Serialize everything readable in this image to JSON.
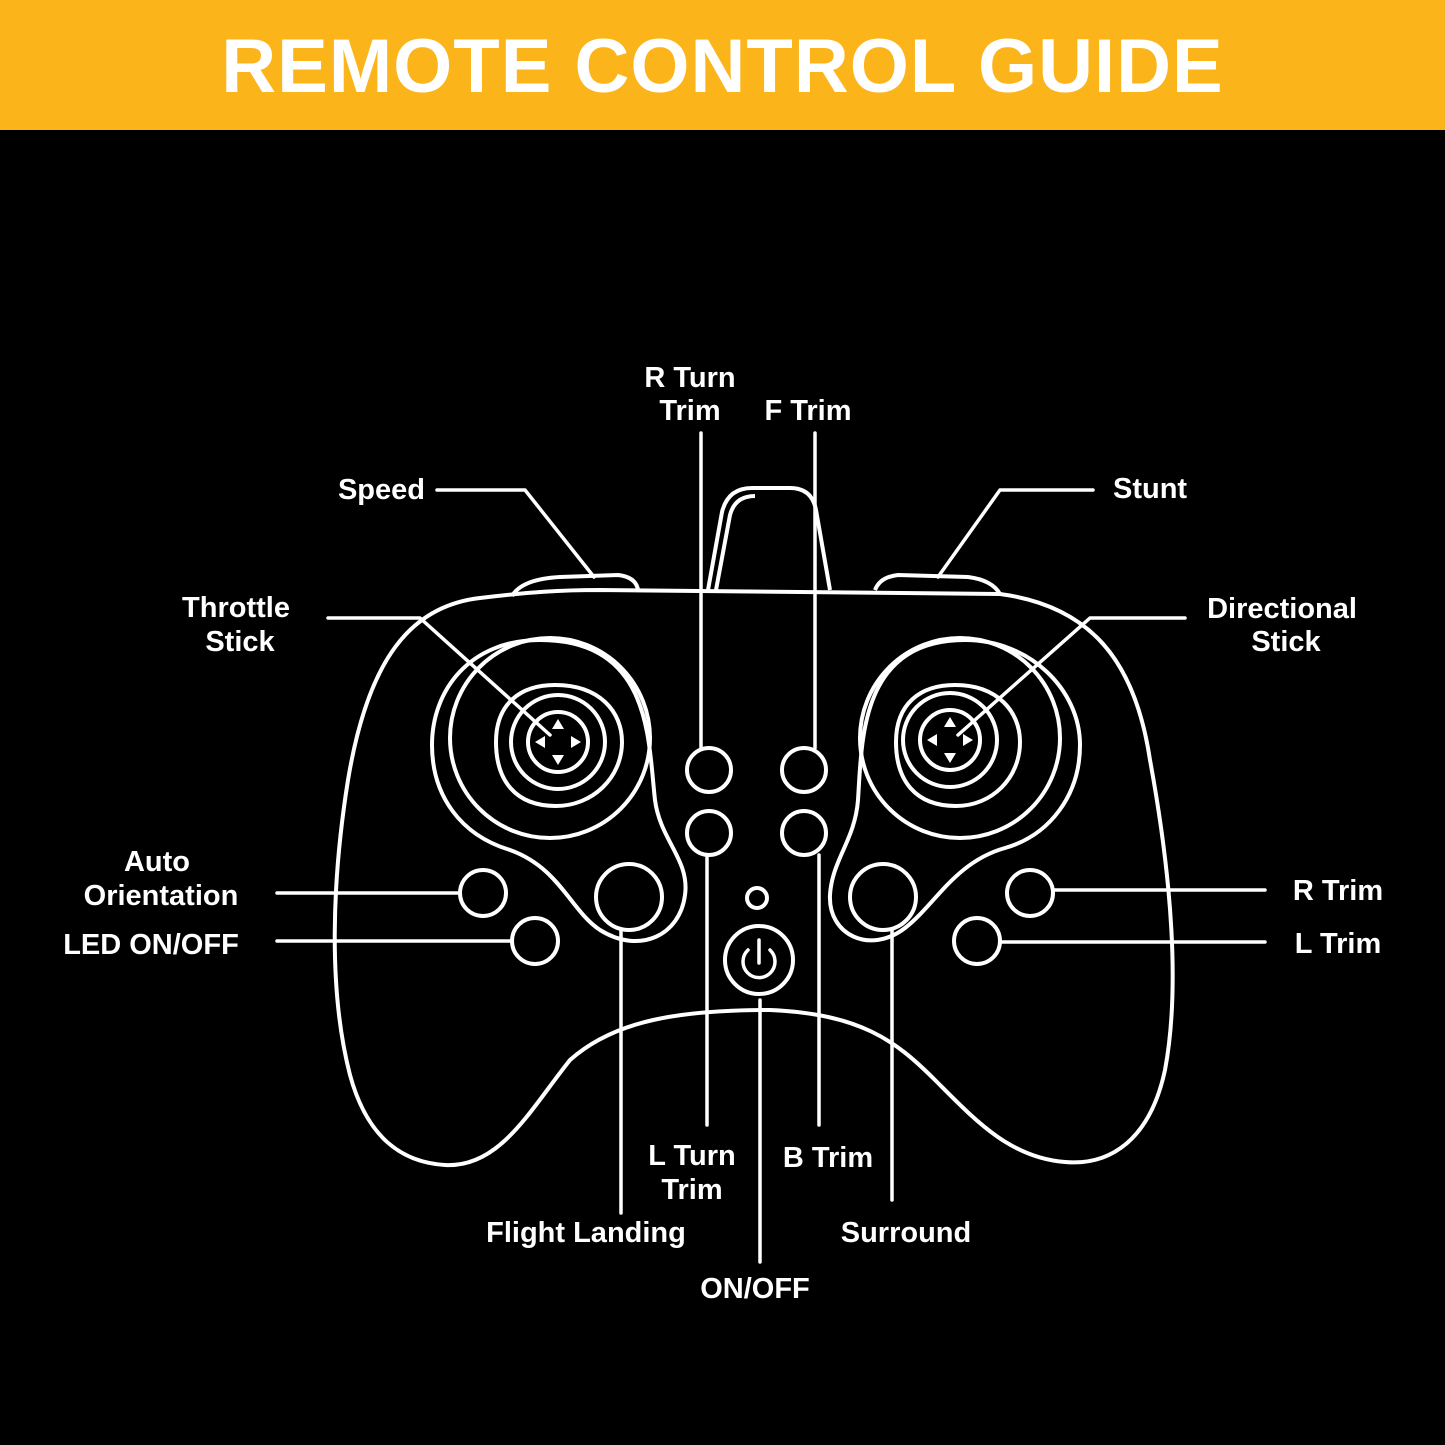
{
  "header": {
    "title": "REMOTE CONTROL GUIDE"
  },
  "labels": {
    "r_turn_trim": [
      "R Turn",
      "Trim"
    ],
    "f_trim": "F Trim",
    "speed": "Speed",
    "stunt": "Stunt",
    "throttle_stick": [
      "Throttle",
      "Stick"
    ],
    "directional_stick": [
      "Directional",
      "Stick"
    ],
    "auto_orientation": [
      "Auto",
      "Orientation"
    ],
    "led_on_off": "LED ON/OFF",
    "r_trim": "R Trim",
    "l_trim": "L Trim",
    "l_turn_trim": [
      "L Turn",
      "Trim"
    ],
    "b_trim": "B Trim",
    "flight_landing": "Flight Landing",
    "surround": "Surround",
    "on_off": "ON/OFF"
  },
  "colors": {
    "header_background": "#FBB41A",
    "header_text": "#FFFFFF",
    "background": "#000000",
    "line_art": "#FFFFFF"
  },
  "icons": {
    "power_button": "power-icon",
    "stick_arrows": "four-way-arrow-icon"
  }
}
